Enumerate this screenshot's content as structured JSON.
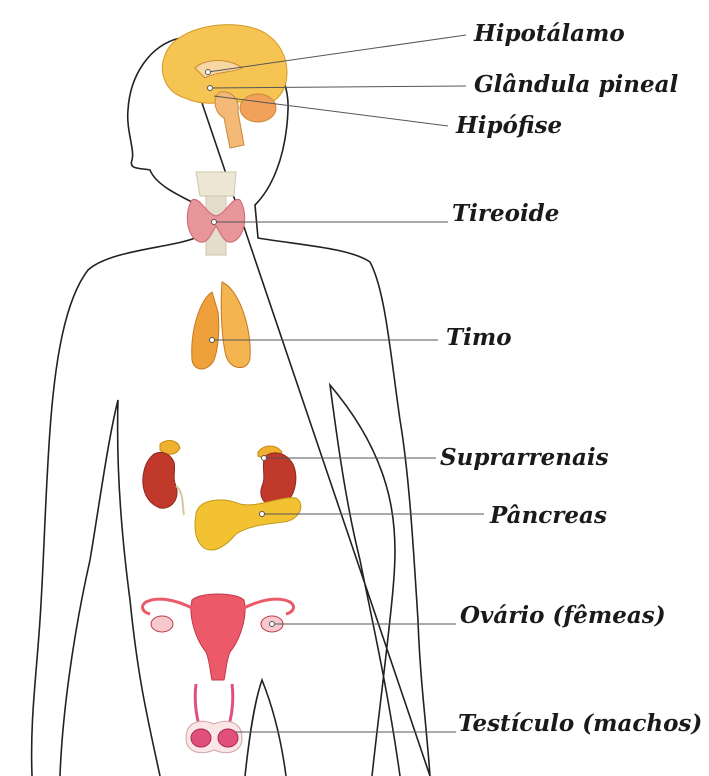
{
  "diagram": {
    "labels": [
      {
        "key": "hipotalamo",
        "text": "Hipotálamo"
      },
      {
        "key": "pineal",
        "text": "Glândula pineal"
      },
      {
        "key": "hipofise",
        "text": "Hipófise"
      },
      {
        "key": "tireoide",
        "text": "Tireoide"
      },
      {
        "key": "timo",
        "text": "Timo"
      },
      {
        "key": "suprarrenais",
        "text": "Suprarrenais"
      },
      {
        "key": "pancreas",
        "text": "Pâncreas"
      },
      {
        "key": "ovario",
        "text": "Ovário (fêmeas)"
      },
      {
        "key": "testiculo",
        "text": "Testículo (machos)"
      }
    ]
  },
  "colors": {
    "outline": "#222222",
    "leader": "#555555",
    "brain": "#f6c453",
    "thyroid": "#e8969a",
    "thymus": "#f0a03a",
    "kidney": "#c0392b",
    "adrenal": "#f0b030",
    "pancreas": "#f2c232",
    "uterus": "#ec5a6a",
    "testis": "#e0507a"
  }
}
